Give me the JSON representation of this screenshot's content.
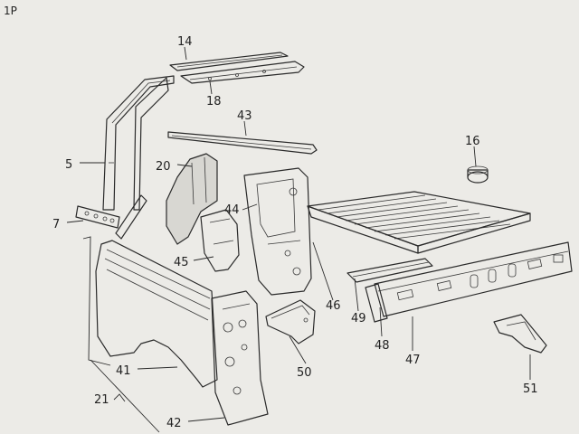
{
  "page": {
    "tag": "1P",
    "background": "#ecebe7",
    "ink": "#2a2a2a"
  },
  "callouts": {
    "c5": "5",
    "c7": "7",
    "c14": "14",
    "c16": "16",
    "c18": "18",
    "c20": "20",
    "c21": "21",
    "c41": "41",
    "c42": "42",
    "c43": "43",
    "c44": "44",
    "c45": "45",
    "c46": "46",
    "c47": "47",
    "c48": "48",
    "c49": "49",
    "c50": "50",
    "c51": "51"
  }
}
